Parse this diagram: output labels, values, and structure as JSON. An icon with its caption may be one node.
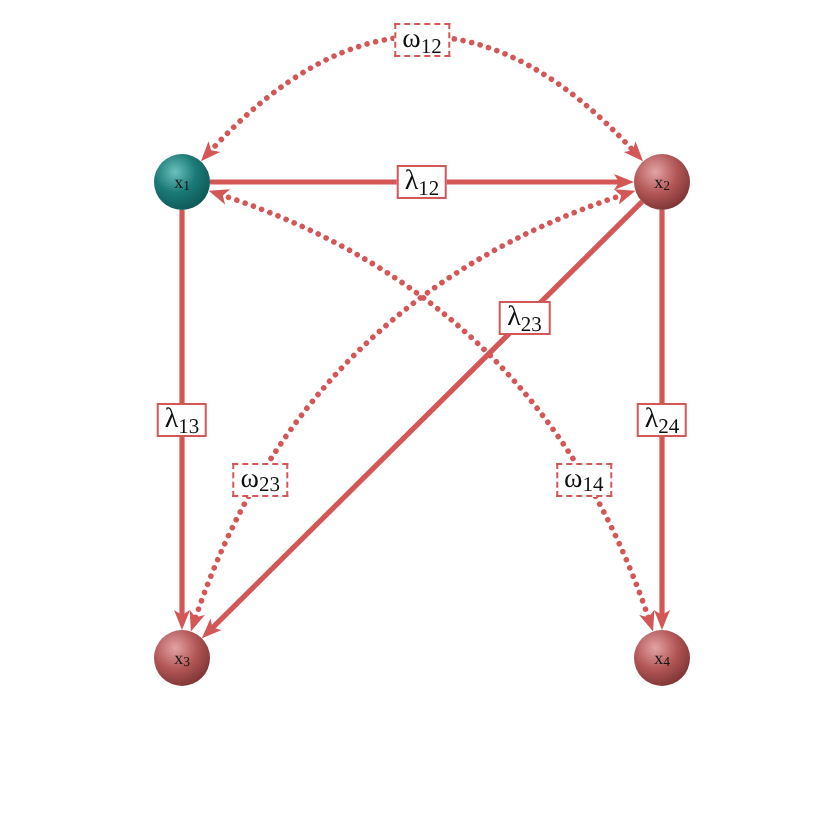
{
  "diagram": {
    "nodes": [
      {
        "text": [
          "x$_{1}$"
        ]
      },
      {
        "text": [
          "x$_{2}$"
        ]
      },
      {
        "text": [
          "x$_{3}$"
        ]
      },
      {
        "text": [
          "x$_{4}$"
        ]
      }
    ],
    "edges": [
      {
        "from": 0,
        "to": 1,
        "arrow": "both",
        "label": "ω$_{12}$",
        "style": "dashed"
      },
      {
        "from": 0,
        "to": 1,
        "arrow": "to",
        "label": "λ$_{12}$"
      },
      {
        "from": 0,
        "to": 2,
        "arrow": "to",
        "label": "λ$_{13}$"
      },
      {
        "from": 1,
        "to": 2,
        "arrow": "to",
        "label": "λ$_{23}$"
      },
      {
        "from": 1,
        "to": 3,
        "arrow": "to",
        "label": "λ$_{24}$"
      },
      {
        "from": 1,
        "to": 2,
        "arrow": "both",
        "label": "ω$_{23}$",
        "style": "dashed"
      },
      {
        "from": 0,
        "to": 3,
        "arrow": "both",
        "label": "ω$_{14}$",
        "style": "dashed"
      }
    ]
  }
}
